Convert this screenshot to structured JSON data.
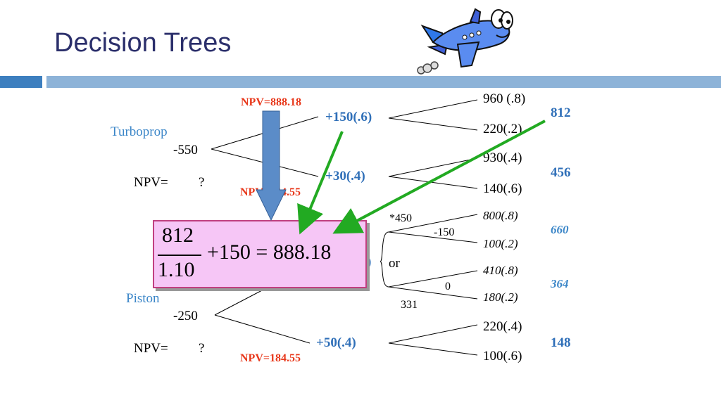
{
  "title": "Decision Trees",
  "turboprop": {
    "label": "Turboprop",
    "cost": "-550",
    "npv": "NPV=",
    "npv_q": "?"
  },
  "piston": {
    "label": "Piston",
    "cost": "-250",
    "npv": "NPV=",
    "npv_q": "?"
  },
  "npv_labels": {
    "top": "NPV=888.18",
    "mid": "NPV=444.55",
    "bottom": "NPV=184.55"
  },
  "branches": {
    "b1": "+150(.6)",
    "b2": "+30(.4)",
    "b3": "+50(.4)",
    "b_partial": ")"
  },
  "outcomes": {
    "o1": "960 (.8)",
    "o2": "220(.2)",
    "o3": "930(.4)",
    "o4": "140(.6)",
    "o5": "800(.8)",
    "o6": "100(.2)",
    "o7": "410(.8)",
    "o8": "180(.2)",
    "o9": "220(.4)",
    "o10": "100(.6)"
  },
  "values": {
    "v1": "812",
    "v2": "456",
    "v3": "660",
    "v4": "364",
    "v5": "148"
  },
  "middle": {
    "star": "*450",
    "minus": "-150",
    "or": "or",
    "zero": "0",
    "n331": "331"
  },
  "formula": {
    "numerator": "812",
    "denominator": "1.10",
    "rest": "+150 = 888.18"
  }
}
